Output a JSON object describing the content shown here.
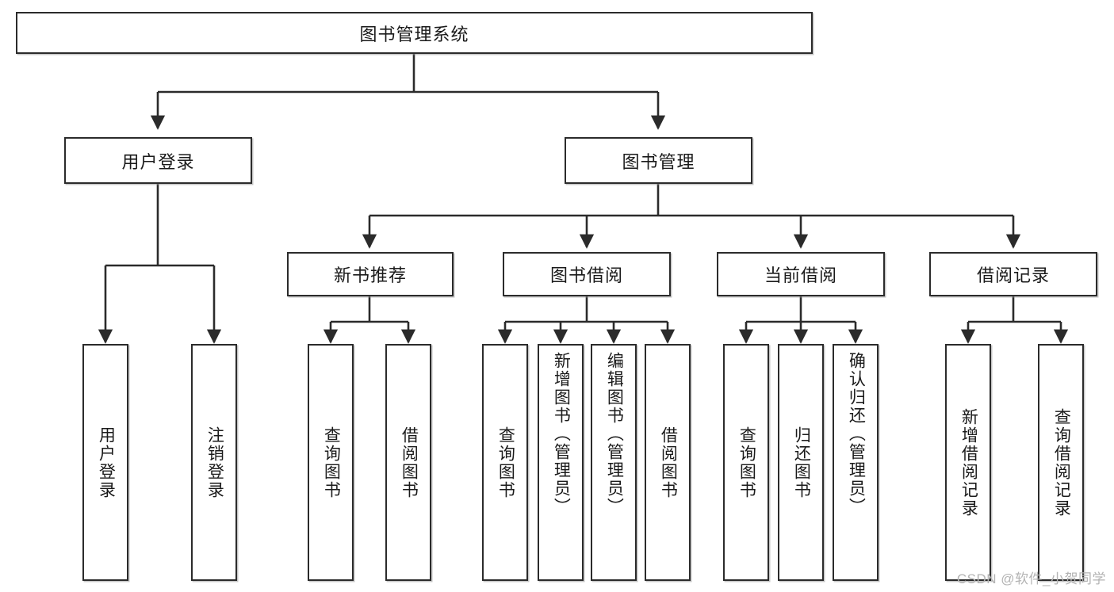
{
  "diagram": {
    "type": "tree-hierarchy-flowchart",
    "title": "图书管理系统",
    "watermark": "CSDN @软件_小贺同学",
    "colors": {
      "box_border": "#2b2b2b",
      "box_fill": "#ffffff",
      "connector": "#2b2b2b",
      "text": "#1a1a1a",
      "watermark": "#b3b3b3"
    },
    "levels": {
      "root": {
        "label": "图书管理系统"
      },
      "level2": [
        {
          "label": "用户登录"
        },
        {
          "label": "图书管理"
        }
      ],
      "level3": [
        {
          "label": "新书推荐"
        },
        {
          "label": "图书借阅"
        },
        {
          "label": "当前借阅"
        },
        {
          "label": "借阅记录"
        }
      ],
      "leaves": {
        "user_login": [
          {
            "label": "用户登录"
          },
          {
            "label": "注销登录"
          }
        ],
        "new_book_recommend": [
          {
            "label": "查询图书"
          },
          {
            "label": "借阅图书"
          }
        ],
        "book_borrow": [
          {
            "label": "查询图书"
          },
          {
            "label": "新增图书（管理员）"
          },
          {
            "label": "编辑图书（管理员）"
          },
          {
            "label": "借阅图书"
          }
        ],
        "current_borrow": [
          {
            "label": "查询图书"
          },
          {
            "label": "归还图书"
          },
          {
            "label": "确认归还（管理员）"
          }
        ],
        "borrow_records": [
          {
            "label": "新增借阅记录"
          },
          {
            "label": "查询借阅记录"
          }
        ]
      }
    }
  }
}
